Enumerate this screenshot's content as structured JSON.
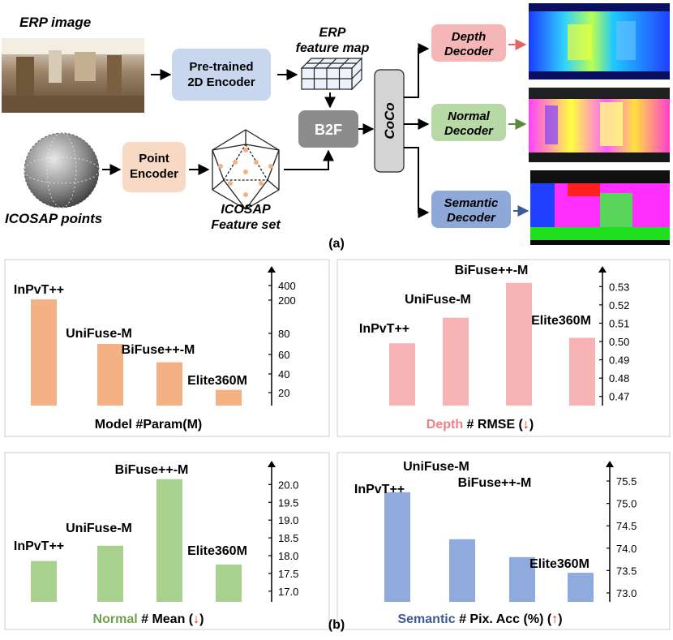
{
  "part_a": {
    "panel_label": "(a)",
    "erp_image_label": "ERP image",
    "encoder_2d_line1": "Pre-trained",
    "encoder_2d_line2": "2D Encoder",
    "erp_feature_line1": "ERP",
    "erp_feature_line2": "feature map",
    "b2f_label": "B2F",
    "coco_label": "CoCo",
    "point_encoder_line1": "Point",
    "point_encoder_line2": "Encoder",
    "icosap_points_label": "ICOSAP points",
    "icosap_feature_line1": "ICOSAP",
    "icosap_feature_line2": "Feature set",
    "depth_decoder_line1": "Depth",
    "depth_decoder_line2": "Decoder",
    "normal_decoder_line1": "Normal",
    "normal_decoder_line2": "Decoder",
    "semantic_decoder_line1": "Semantic",
    "semantic_decoder_line2": "Decoder",
    "colors": {
      "encoder_2d": "#c9d7ee",
      "point_encoder": "#f8d9c4",
      "b2f": "#8c8c8c",
      "coco": "#d4d4d4",
      "depth_decoder": "#f4b6b6",
      "normal_decoder": "#b6d9a5",
      "semantic_decoder": "#8ea8d8"
    }
  },
  "part_b": {
    "panel_label": "(b)"
  },
  "chart_data": [
    {
      "type": "bar",
      "categories": [
        "InPvT++",
        "UniFuse-M",
        "BiFuse++-M",
        "Elite360M"
      ],
      "values": [
        210,
        70,
        52,
        23
      ],
      "ticks": [
        "20",
        "40",
        "60",
        "80",
        "200",
        "400"
      ],
      "xlabel_prefix": "",
      "xlabel_rest": "Model #Param(M)",
      "xlabel_arrow": "",
      "color": "#f4b183"
    },
    {
      "type": "bar",
      "categories": [
        "InPvT++",
        "UniFuse-M",
        "BiFuse++-M",
        "Elite360M"
      ],
      "values": [
        0.499,
        0.513,
        0.532,
        0.502
      ],
      "ticks": [
        "0.47",
        "0.48",
        "0.49",
        "0.50",
        "0.51",
        "0.52",
        "0.53"
      ],
      "ylim": [
        0.465,
        0.535
      ],
      "xlabel_prefix": "Depth",
      "xlabel_rest": " # RMSE (",
      "xlabel_arrow": "↓",
      "xlabel_suffix": ")",
      "color": "#f8b4b4",
      "prefix_color": "#f08080"
    },
    {
      "type": "bar",
      "categories": [
        "InPvT++",
        "UniFuse-M",
        "BiFuse++-M",
        "Elite360M"
      ],
      "values": [
        17.85,
        18.28,
        20.15,
        17.75
      ],
      "ticks": [
        "17.0",
        "17.5",
        "18.0",
        "18.5",
        "19.0",
        "19.5",
        "20.0"
      ],
      "ylim": [
        16.7,
        20.35
      ],
      "xlabel_prefix": "Normal",
      "xlabel_rest": " # Mean (",
      "xlabel_arrow": "↓",
      "xlabel_suffix": ")",
      "color": "#a9d18e",
      "prefix_color": "#70a050"
    },
    {
      "type": "bar",
      "categories": [
        "InPvT++",
        "UniFuse-M",
        "BiFuse++-M",
        "Elite360M"
      ],
      "values": [
        75.25,
        74.2,
        73.8,
        73.45
      ],
      "ticks": [
        "73.0",
        "73.5",
        "74.0",
        "74.5",
        "75.0",
        "75.5"
      ],
      "ylim": [
        72.8,
        75.7
      ],
      "xlabel_prefix": "Semantic",
      "xlabel_rest": " # Pix. Acc (%) (",
      "xlabel_arrow": "↑",
      "xlabel_suffix": ")",
      "color": "#8faadc",
      "prefix_color": "#3c5a96"
    }
  ]
}
